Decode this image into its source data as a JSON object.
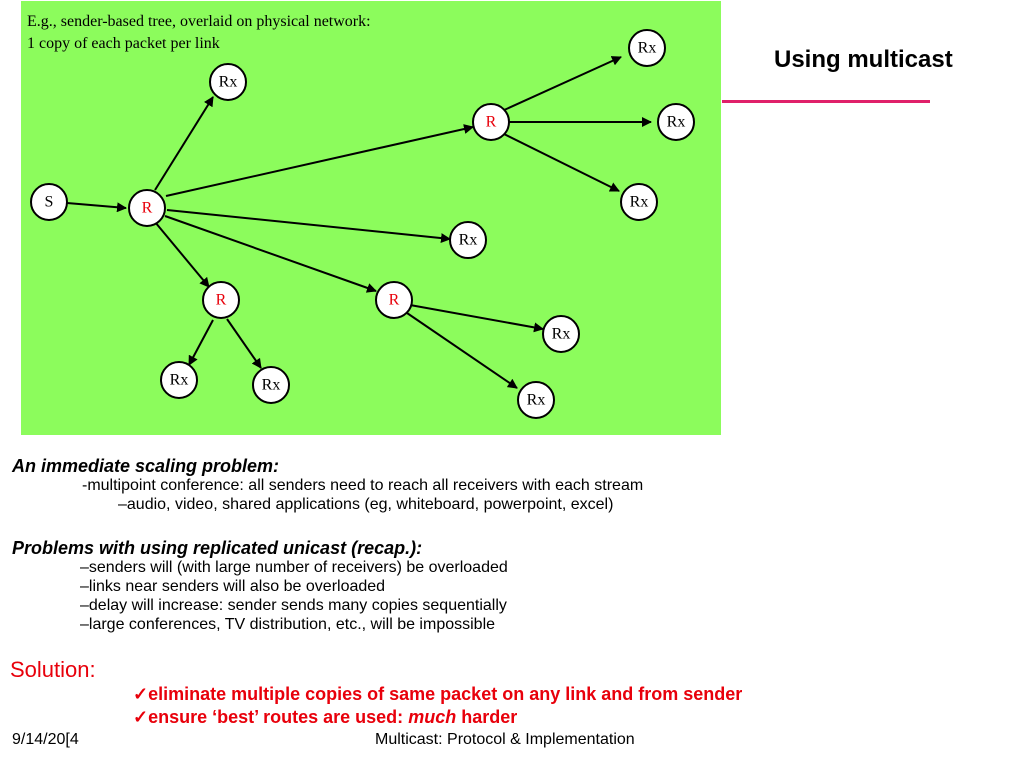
{
  "diagram": {
    "caption_line1": "E.g., sender-based tree, overlaid on physical network:",
    "caption_line2": "1 copy of each packet per link",
    "node_labels": {
      "sender": "S",
      "router": "R",
      "receiver": "Rx"
    }
  },
  "slide": {
    "title": "Using multicast"
  },
  "section1": {
    "heading": "An immediate scaling problem:",
    "line1": "-multipoint conference:  all senders need to reach all receivers with each stream",
    "line2": "–audio, video, shared applications (eg, whiteboard, powerpoint, excel)"
  },
  "section2": {
    "heading": "Problems with using replicated unicast (recap.):",
    "items": [
      "–senders will (with large number of receivers) be overloaded",
      "–links near senders will also be overloaded",
      "–delay will increase: sender sends many copies sequentially",
      "–large conferences, TV distribution, etc., will be impossible"
    ]
  },
  "solution": {
    "label": "Solution:",
    "item1": "✓eliminate multiple copies of same packet on any link and from sender",
    "item2_prefix": "✓ensure ‘best’ routes are used: ",
    "item2_em": "much",
    "item2_suffix": " harder"
  },
  "footer": {
    "date": "9/14/20[4",
    "center": "Multicast: Protocol & Implementation"
  }
}
